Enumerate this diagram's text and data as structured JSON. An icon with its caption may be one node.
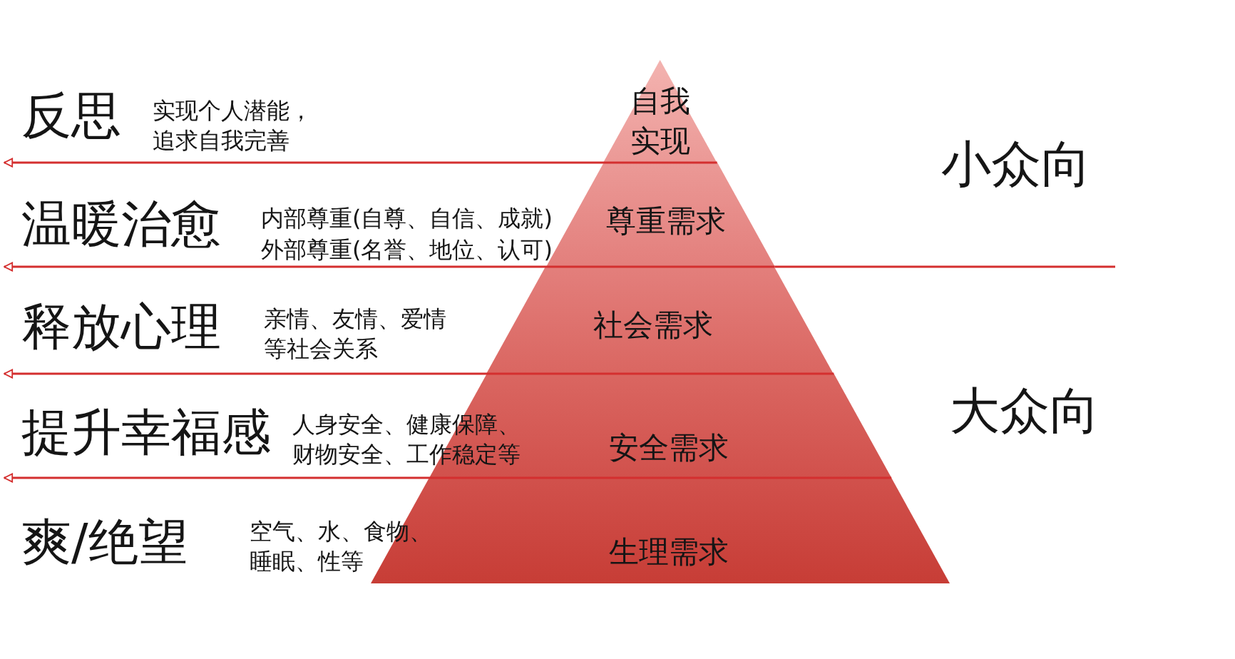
{
  "diagram": {
    "nodes": [
      {
        "text": [
          "自我实现"
        ]
      },
      {
        "text": [
          "尊重需求"
        ]
      },
      {
        "text": [
          "社会需求"
        ]
      },
      {
        "text": [
          "安全需求"
        ]
      },
      {
        "text": [
          "生理需求"
        ]
      }
    ],
    "edges": [
      {
        "from": 0,
        "to": null,
        "arrow": "to"
      },
      {
        "from": 1,
        "to": null,
        "arrow": "to"
      },
      {
        "from": 2,
        "to": null,
        "arrow": "to"
      },
      {
        "from": 3,
        "to": null,
        "arrow": "to"
      }
    ],
    "labels": [
      "反思",
      "实现个人潜能，追求自我完善",
      "小众向",
      "温暖治愈",
      "内部尊重(自尊、自信、成就)",
      "外部尊重(名誉、地位、认可)",
      "释放心理",
      "亲情、友情、爱情等社会关系",
      "大众向",
      "提升幸福感",
      "人身安全、健康保障、财物安全、工作稳定等",
      "爽/绝望",
      "空气、水、食物、睡眠、性等"
    ]
  }
}
